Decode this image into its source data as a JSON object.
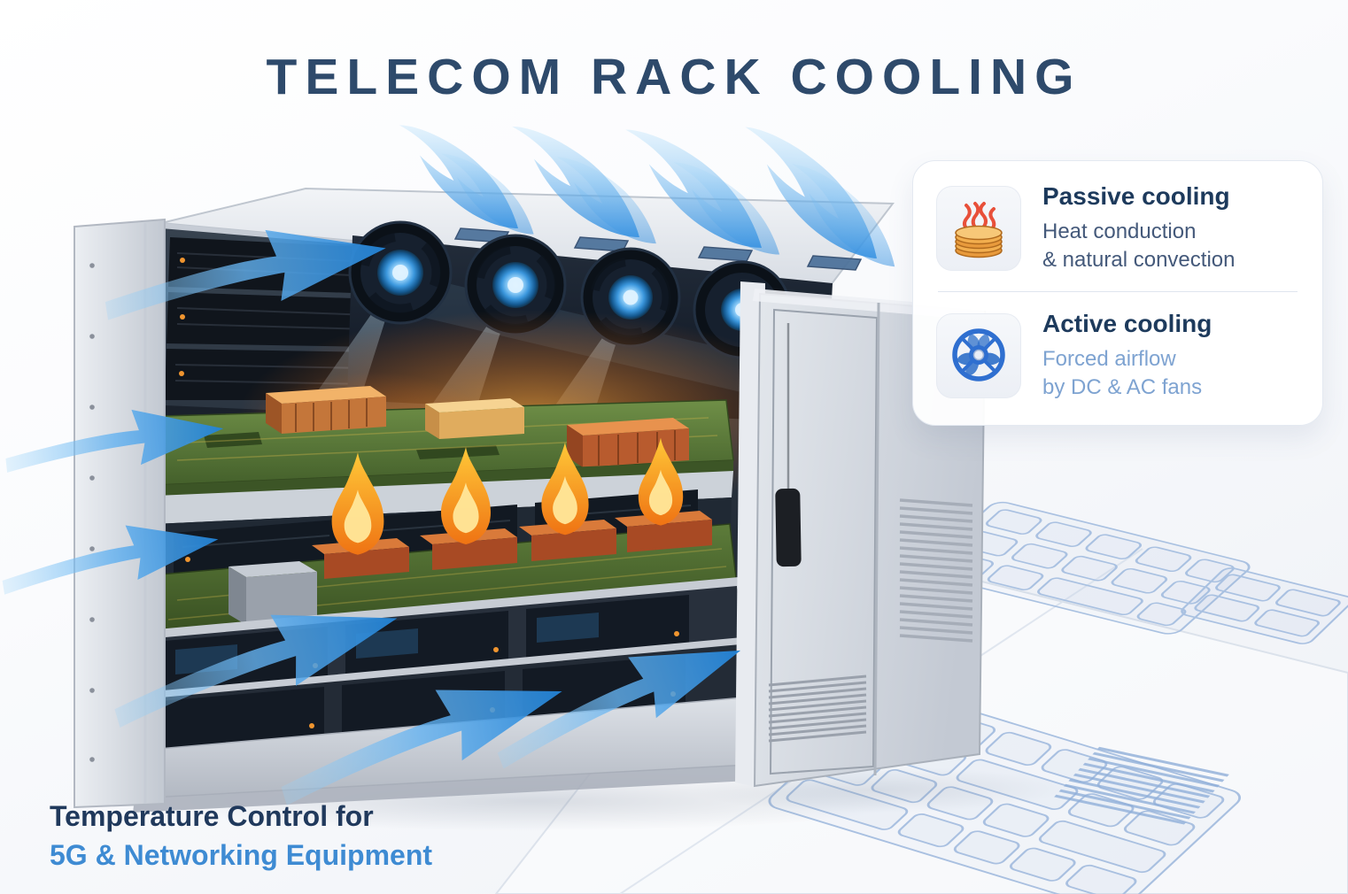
{
  "title": "TELECOM RACK COOLING",
  "legend": {
    "items": [
      {
        "icon": "heatsink-stack-icon",
        "title": "Passive cooling",
        "desc_line1": "Heat conduction",
        "desc_line2": "& natural convection"
      },
      {
        "icon": "fan-icon",
        "title": "Active cooling",
        "desc_line1": "Forced airflow",
        "desc_line2": "by DC & AC fans"
      }
    ]
  },
  "caption": {
    "line1": "Temperature Control for",
    "line2": "5G & Networking Equipment"
  },
  "colors": {
    "title_navy": "#2e4a6b",
    "caption_navy": "#20395c",
    "caption_blue": "#3e8bd3",
    "legend_title_navy": "#1d3a5c",
    "legend_desc_slate": "#44597a",
    "legend_desc_light_blue": "#7ea3d1",
    "airflow_blue": "#47a0e8",
    "fan_glow_blue": "#3b97dd",
    "flame_orange": "#f59d1f",
    "heatsink_orange": "#cd7c3a",
    "pcb_green": "#55763a",
    "cabinet_gray": "#d3d8df",
    "blueprint_blue": "#9db8dd"
  },
  "illustration": {
    "description": "Cutaway telecom rack cabinet: four glowing cooling fans, PCB shelves with hot heatsinks and flames, blue intake airflow arrows entering at left and bottom, exhaust air swooshes leaving the top vents, closed gray side door with louvers, blueprint schematics drawn on the floor",
    "intake_arrow_count": 6,
    "exhaust_swoosh_count": 4,
    "fan_count": 4,
    "flame_count": 4
  }
}
